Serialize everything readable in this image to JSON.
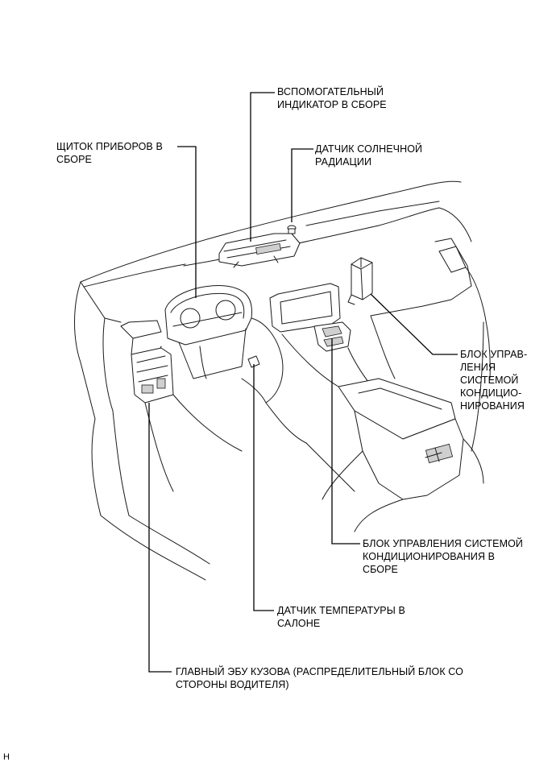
{
  "labels": {
    "aux_indicator": "ВСПОМОГАТЕЛЬНЫЙ\nИНДИКАТОР В СБОРЕ",
    "solar_sensor": "ДАТЧИК СОЛНЕЧНОЙ\nРАДИАЦИИ",
    "instrument_cluster": "ЩИТОК ПРИБОРОВ В\nСБОРЕ",
    "ac_amplifier": "БЛОК УПРАВ-\nЛЕНИЯ\nСИСТЕМОЙ\nКОНДИЦИО-\nНИРОВАНИЯ",
    "ac_control_assembly": "БЛОК УПРАВЛЕНИЯ СИСТЕМОЙ\nКОНДИЦИОНИРОВАНИЯ В\nСБОРЕ",
    "room_temp_sensor": "ДАТЧИК ТЕМПЕРАТУРЫ В\nСАЛОНЕ",
    "main_body_ecu": "ГЛАВНЫЙ ЭБУ КУЗОВА (РАСПРЕДЕЛИТЕЛЬНЫЙ БЛОК СО\nСТОРОНЫ ВОДИТЕЛЯ)"
  },
  "corner_mark": "H"
}
